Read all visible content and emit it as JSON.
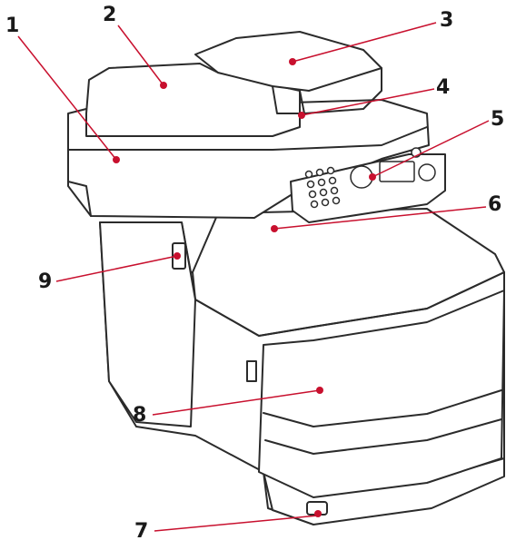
{
  "colors": {
    "outline": "#2b2b2b",
    "leader": "#c8102e",
    "dot": "#c8102e",
    "background": "#ffffff"
  },
  "callouts": [
    {
      "num": "1"
    },
    {
      "num": "2"
    },
    {
      "num": "3"
    },
    {
      "num": "4"
    },
    {
      "num": "5"
    },
    {
      "num": "6"
    },
    {
      "num": "7"
    },
    {
      "num": "8"
    },
    {
      "num": "9"
    }
  ]
}
